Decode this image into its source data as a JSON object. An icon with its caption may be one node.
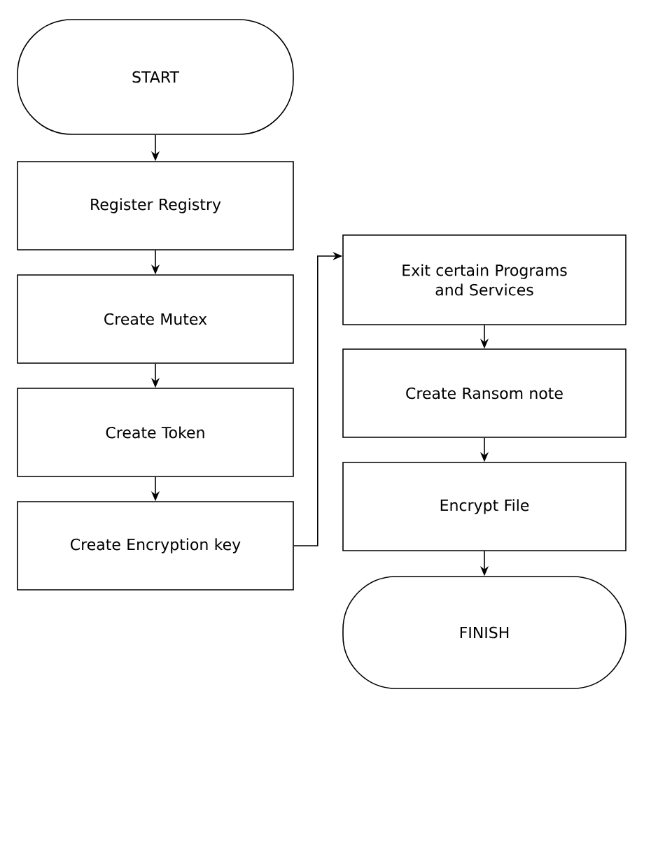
{
  "diagram": {
    "nodes": [
      {
        "text": [
          "START"
        ]
      },
      {
        "text": [
          "Register Registry"
        ]
      },
      {
        "text": [
          "Create Mutex"
        ]
      },
      {
        "text": [
          "Create Token"
        ]
      },
      {
        "text": [
          "Create Encryption key"
        ]
      },
      {
        "text": [
          "Exit certain Programs and Services"
        ]
      },
      {
        "text": [
          "Create Ransom note"
        ]
      },
      {
        "text": [
          "Encrypt File"
        ]
      },
      {
        "text": [
          "FINISH"
        ]
      }
    ],
    "edges": [
      {
        "from": 0,
        "to": 1,
        "arrow": "to"
      },
      {
        "from": 1,
        "to": 2,
        "arrow": "to"
      },
      {
        "from": 2,
        "to": 3,
        "arrow": "to"
      },
      {
        "from": 3,
        "to": 4,
        "arrow": "to"
      },
      {
        "from": 4,
        "to": 5,
        "arrow": "to"
      },
      {
        "from": 5,
        "to": 6,
        "arrow": "to"
      },
      {
        "from": 6,
        "to": 7,
        "arrow": "to"
      },
      {
        "from": 7,
        "to": 8,
        "arrow": "to"
      }
    ]
  }
}
